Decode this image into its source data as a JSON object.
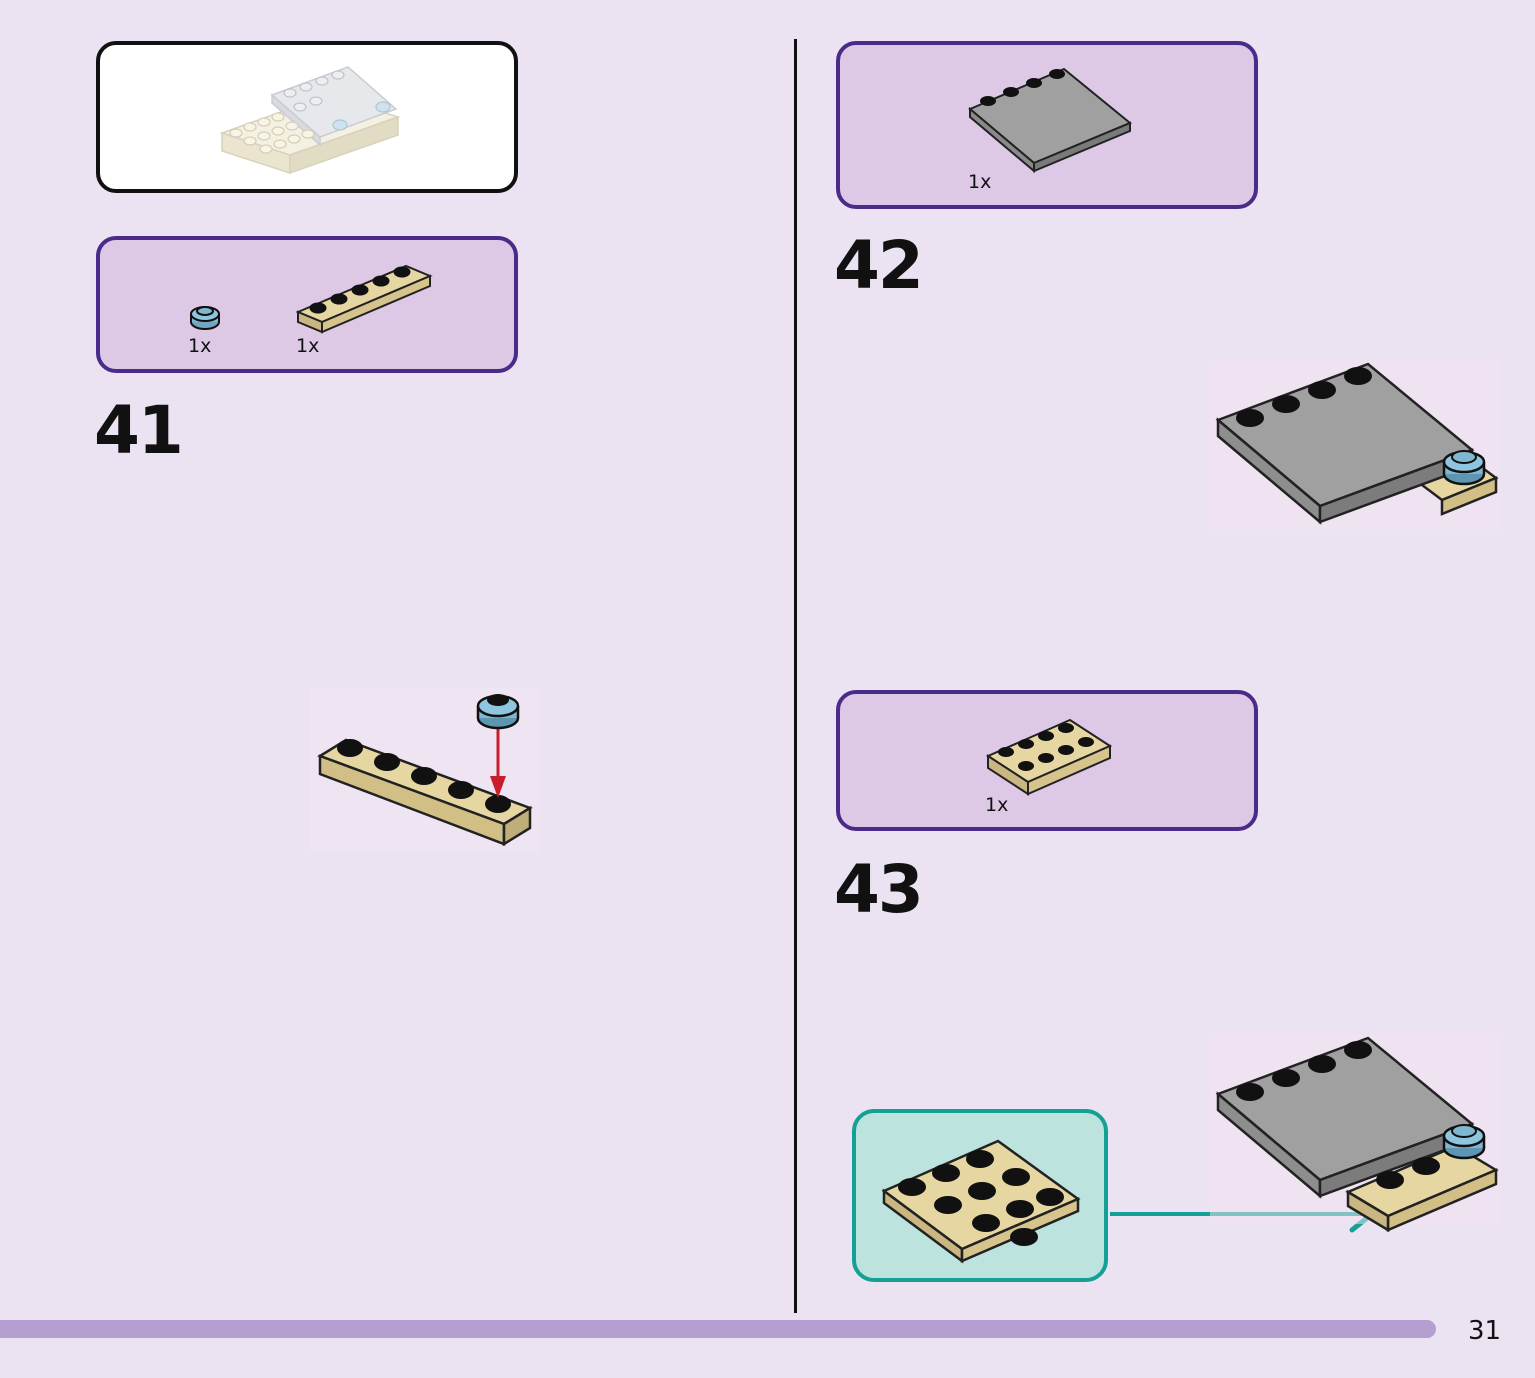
{
  "page": {
    "number": "31"
  },
  "colors": {
    "background": "#ece3f2",
    "parts_box_fill": "#ddc8e6",
    "parts_box_border": "#4a2b8a",
    "callout_fill": "#bde3df",
    "callout_border": "#15a095",
    "tan_brick": "#dccb94",
    "gray_tile": "#9a9a9a",
    "light_blue": "#7fb7d2",
    "arrow_red": "#c81e28",
    "progress_bar": "#b59ed0"
  },
  "steps": [
    {
      "number": "41",
      "parts": [
        {
          "qty": "1x",
          "icon": "round-plate-1x1-light-blue-icon"
        },
        {
          "qty": "1x",
          "icon": "plate-1x6-tan-icon"
        }
      ]
    },
    {
      "number": "42",
      "parts": [
        {
          "qty": "1x",
          "icon": "tile-4x4-gray-icon"
        }
      ]
    },
    {
      "number": "43",
      "parts": [
        {
          "qty": "1x",
          "icon": "plate-2x4-tan-icon"
        }
      ]
    }
  ]
}
